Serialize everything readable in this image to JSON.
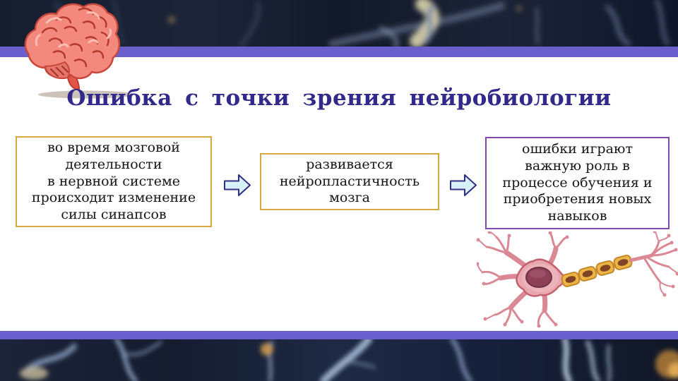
{
  "slide": {
    "title": {
      "text": "Ошибка с точки зрения нейробиологии",
      "color": "#312A8C"
    },
    "flow": {
      "boxes": [
        {
          "id": "box-1",
          "text": "во время мозговой\nдеятельности\nв нервной системе\nпроисходит изменение\nсилы синапсов",
          "border_color": "#D8A73E"
        },
        {
          "id": "box-2",
          "text": "развивается\nнейропластичность\nмозга",
          "border_color": "#D8A73E"
        },
        {
          "id": "box-3",
          "text": "ошибки играют\nважную роль в\nпроцессе обучения и\nприобретения новых\nнавыков",
          "border_color": "#8248AE"
        }
      ],
      "arrows": {
        "count": 2,
        "direction": "right",
        "fill": "#D8F1F8",
        "stroke": "#2F2F86"
      }
    },
    "colors": {
      "accent_bar": "#6B5FCE",
      "band_background": "#151C2E",
      "title": "#312A8C",
      "gold_border": "#D8A73E",
      "purple_border": "#8248AE",
      "box_text": "#161616"
    },
    "icons": {
      "brain_illustration": "cartoon-brain",
      "neuron_illustration": "neuron-with-myelinated-axon"
    }
  }
}
